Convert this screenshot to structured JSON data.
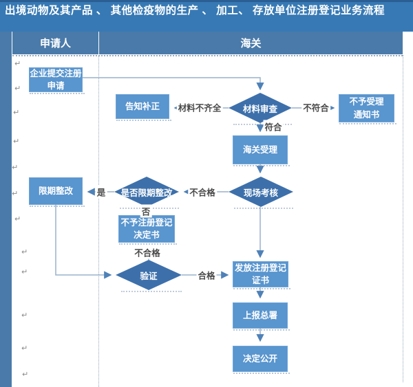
{
  "title": "出境动物及其产品 、 其他检疫物的生产 、 加工、 存放单位注册登记业务流程",
  "columns": {
    "applicant": "申请人",
    "customs": "海关"
  },
  "nodes": {
    "submit_application": "企业提交注册\n申请",
    "notify_correction": "告知补正",
    "material_review": "材料审查",
    "rejection_notice": "不予受理\n通知书",
    "customs_acceptance": "海关受理",
    "onsite_assessment": "现场考核",
    "rectification_question": "是否限期整改",
    "rectify_within_limit": "限期整改",
    "no_registration_decision": "不予注册登记\n决定书",
    "verification": "验证",
    "issue_certificate": "发放注册登记\n证书",
    "report_to_headquarters": "上报总署",
    "decision_disclosure": "决定公开"
  },
  "edge_labels": {
    "materials_incomplete": "材料不齐全",
    "not_compliant": "不符合",
    "compliant": "符合",
    "unqualified_onsite": "不合格",
    "yes": "是",
    "no": "否",
    "unqualified_verify": "不合格",
    "qualified": "合格"
  },
  "marks": {
    "pilcrow": "↵"
  },
  "colors": {
    "title_bar": "#3779B4",
    "header": "#4A7AA9",
    "process_box": "#5995CE",
    "decision_diamond": "#3D70AB",
    "connector_line": "#98B1CB",
    "arrowhead": "#4E81B8",
    "edge_label_text": "#4A4A4A"
  }
}
